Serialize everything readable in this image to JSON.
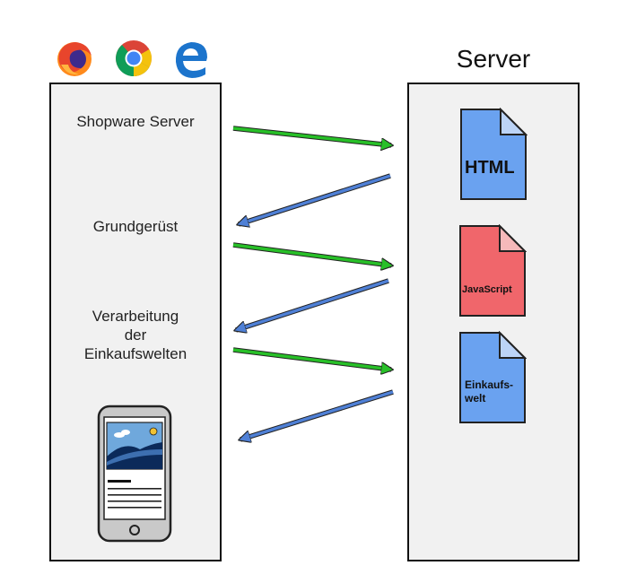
{
  "browser_icons": [
    "firefox-icon",
    "chrome-icon",
    "edge-icon"
  ],
  "server_title": "Server",
  "client_steps": [
    {
      "lines": [
        "Shopware Server"
      ]
    },
    {
      "lines": [
        "Grundgerüst"
      ]
    },
    {
      "lines": [
        "Verarbeitung",
        "der",
        "Einkaufswelten"
      ]
    }
  ],
  "documents": [
    {
      "lines": [
        "HTML"
      ],
      "color": "#6aa2f0",
      "fold_color": "#bcd4f7"
    },
    {
      "lines": [
        "JavaScript"
      ],
      "color": "#f0666b",
      "fold_color": "#f6b9ba"
    },
    {
      "lines": [
        "Einkaufs-",
        "welt"
      ],
      "color": "#6aa2f0",
      "fold_color": "#bcd4f7"
    }
  ],
  "colors": {
    "request_arrow": "#28c028",
    "response_arrow": "#4f80d6",
    "panel_fill": "#f1f1f1",
    "panel_border": "#111111"
  },
  "device": "smartphone-icon"
}
